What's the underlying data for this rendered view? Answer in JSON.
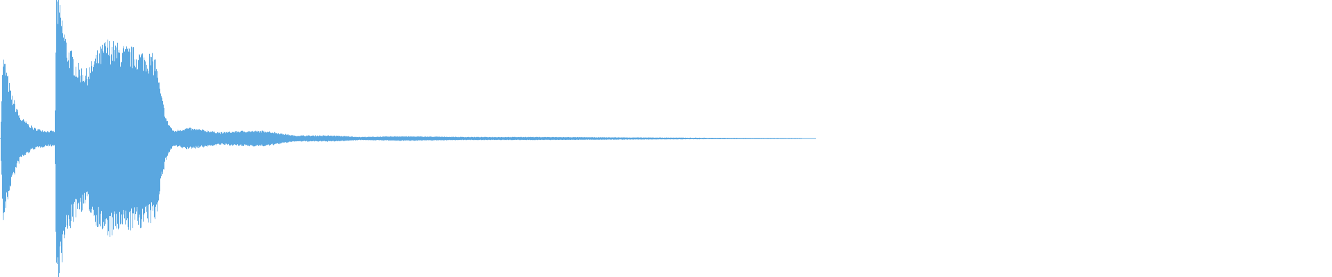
{
  "waveform": {
    "color": "#5aa7e0",
    "background": "#ffffff",
    "duration_fraction_with_signal": 0.62,
    "envelope": [
      [
        0.0,
        0.0
      ],
      [
        0.002,
        0.55
      ],
      [
        0.004,
        0.48
      ],
      [
        0.008,
        0.3
      ],
      [
        0.015,
        0.14
      ],
      [
        0.025,
        0.07
      ],
      [
        0.035,
        0.05
      ],
      [
        0.041,
        0.05
      ],
      [
        0.042,
        0.95
      ],
      [
        0.045,
        0.85
      ],
      [
        0.05,
        0.62
      ],
      [
        0.058,
        0.48
      ],
      [
        0.065,
        0.44
      ],
      [
        0.072,
        0.55
      ],
      [
        0.08,
        0.64
      ],
      [
        0.09,
        0.6
      ],
      [
        0.1,
        0.58
      ],
      [
        0.112,
        0.55
      ],
      [
        0.117,
        0.52
      ],
      [
        0.12,
        0.32
      ],
      [
        0.125,
        0.12
      ],
      [
        0.13,
        0.05
      ],
      [
        0.14,
        0.07
      ],
      [
        0.15,
        0.06
      ],
      [
        0.165,
        0.04
      ],
      [
        0.18,
        0.05
      ],
      [
        0.2,
        0.05
      ],
      [
        0.22,
        0.02
      ],
      [
        0.25,
        0.02
      ],
      [
        0.27,
        0.01
      ],
      [
        0.3,
        0.015
      ],
      [
        0.35,
        0.01
      ],
      [
        0.4,
        0.01
      ],
      [
        0.45,
        0.008
      ],
      [
        0.5,
        0.006
      ],
      [
        0.55,
        0.004
      ],
      [
        0.6,
        0.003
      ],
      [
        0.612,
        0.0
      ]
    ]
  }
}
